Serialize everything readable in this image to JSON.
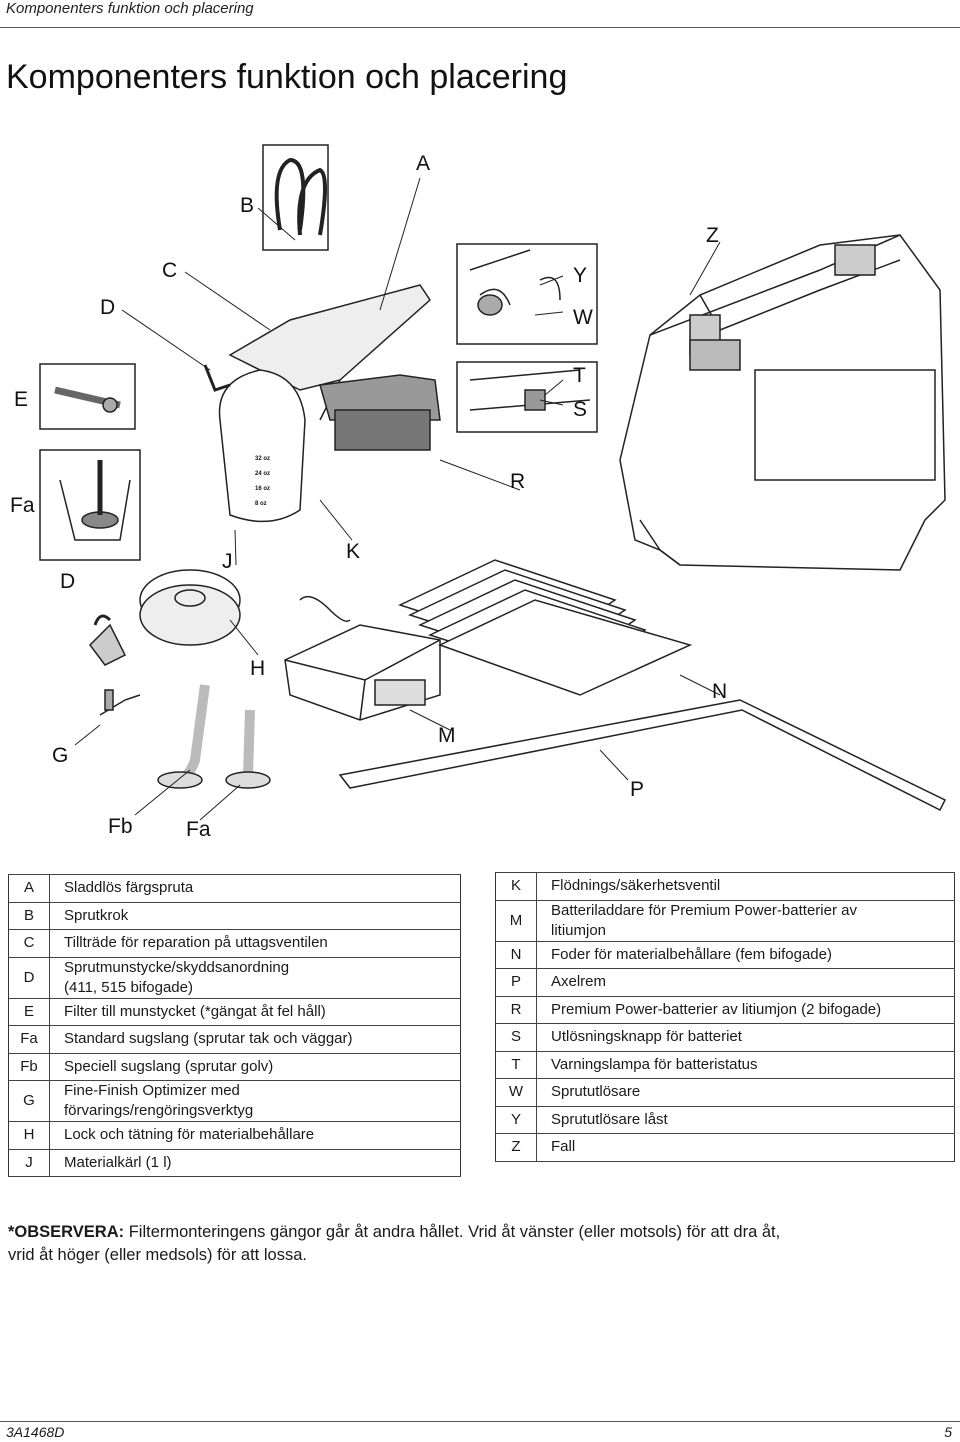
{
  "header": {
    "running_title": "Komponenters funktion och placering"
  },
  "title": "Komponenters funktion och placering",
  "figure": {
    "callouts": [
      "A",
      "B",
      "C",
      "D",
      "E",
      "Fa",
      "D",
      "J",
      "K",
      "H",
      "G",
      "Fb",
      "Fa",
      "M",
      "N",
      "P",
      "R",
      "Z",
      "Y",
      "W",
      "T",
      "S"
    ],
    "jar_marks": [
      "32 oz",
      "24 oz",
      "16 oz",
      "8 oz"
    ]
  },
  "legend_left": [
    {
      "key": "A",
      "text": "Sladdlös färgspruta"
    },
    {
      "key": "B",
      "text": "Sprutkrok"
    },
    {
      "key": "C",
      "text": "Tillträde för reparation på uttagsventilen"
    },
    {
      "key": "D",
      "text": "Sprutmunstycke/skyddsanordning\n(411, 515 bifogade)"
    },
    {
      "key": "E",
      "text": "Filter till munstycket (*gängat åt fel håll)"
    },
    {
      "key": "Fa",
      "text": "Standard sugslang (sprutar tak och väggar)"
    },
    {
      "key": "Fb",
      "text": "Speciell sugslang (sprutar golv)"
    },
    {
      "key": "G",
      "text": "Fine-Finish Optimizer med\nförvarings/rengöringsverktyg"
    },
    {
      "key": "H",
      "text": "Lock och tätning för materialbehållare"
    },
    {
      "key": "J",
      "text": "Materialkärl (1 l)"
    }
  ],
  "legend_right": [
    {
      "key": "K",
      "text": "Flödnings/säkerhetsventil"
    },
    {
      "key": "M",
      "text": "Batteriladdare för Premium Power-batterier av\nlitiumjon"
    },
    {
      "key": "N",
      "text": "Foder för materialbehållare (fem bifogade)"
    },
    {
      "key": "P",
      "text": "Axelrem"
    },
    {
      "key": "R",
      "text": "Premium Power-batterier av litiumjon (2 bifogade)"
    },
    {
      "key": "S",
      "text": "Utlösningsknapp för batteriet"
    },
    {
      "key": "T",
      "text": "Varningslampa för batteristatus"
    },
    {
      "key": "W",
      "text": "Sprututlösare"
    },
    {
      "key": "Y",
      "text": "Sprututlösare låst"
    },
    {
      "key": "Z",
      "text": "Fall"
    }
  ],
  "note": {
    "label": "*OBSERVERA:",
    "line1": " Filtermonteringens gängor går åt andra hållet. Vrid åt vänster (eller motsols) för att dra åt,",
    "line2": "vrid åt höger (eller medsols) för att lossa."
  },
  "footer": {
    "doc_number": "3A1468D",
    "page_number": "5"
  }
}
